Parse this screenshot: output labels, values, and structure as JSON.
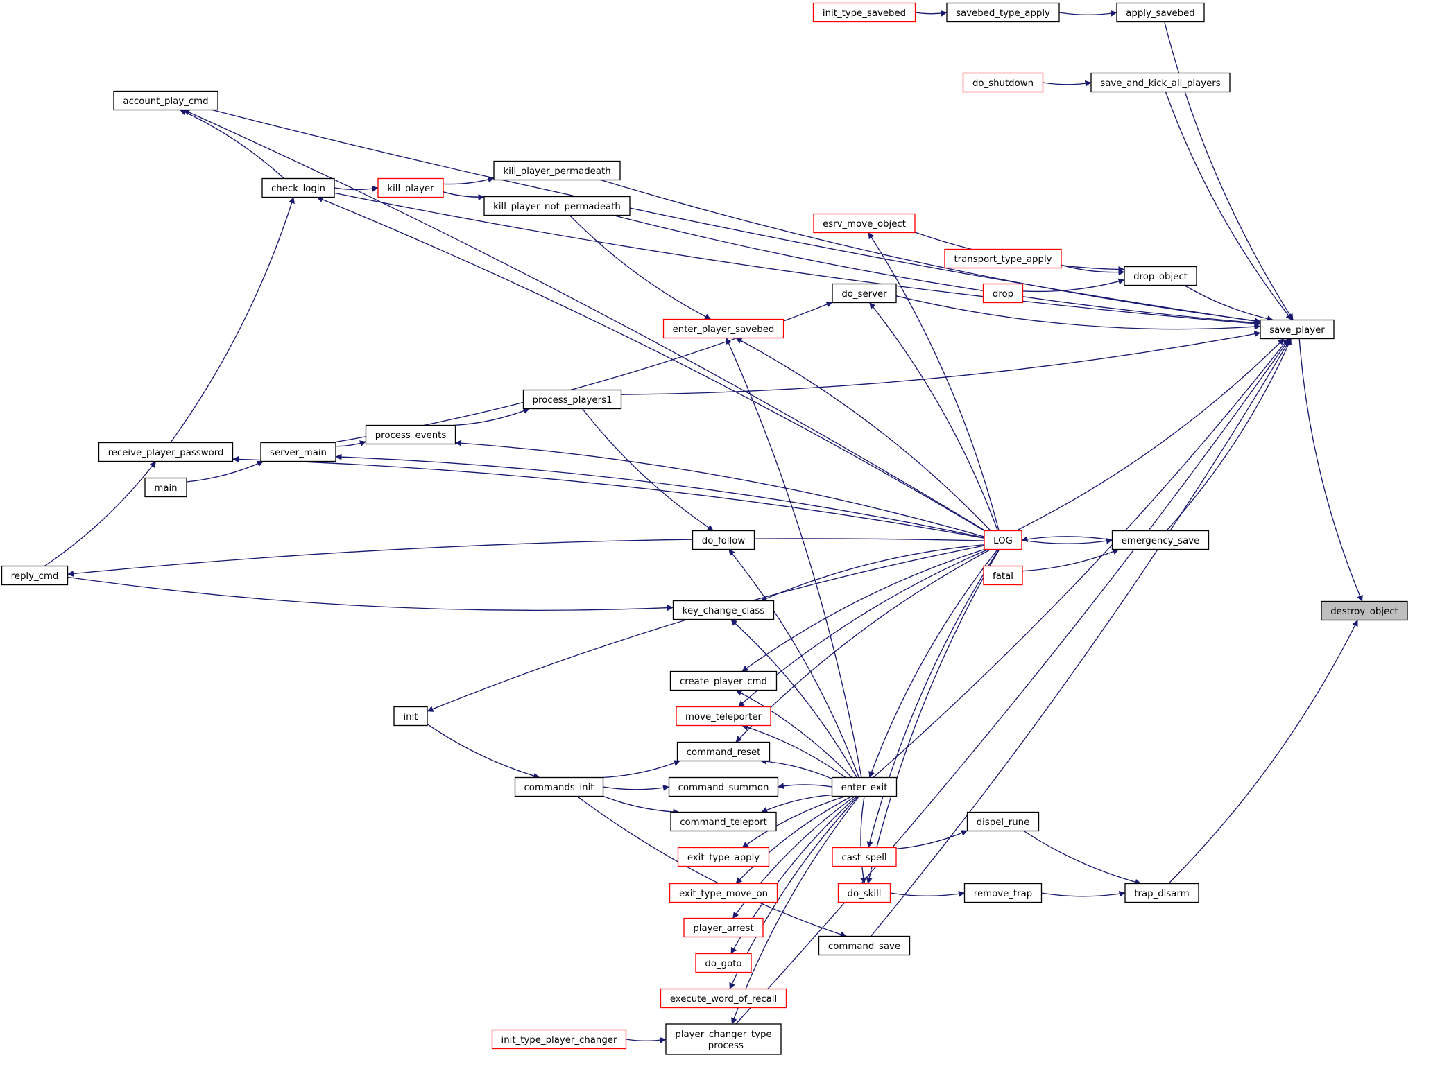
{
  "colors": {
    "edge": "#191970",
    "node_border": "#000000",
    "node_border_incomplete": "#ff0000",
    "focus_fill": "#bfbfbf"
  },
  "nodes": [
    {
      "id": "destroy_object",
      "label": [
        "destroy_object"
      ],
      "style": "focus"
    },
    {
      "id": "save_player",
      "label": [
        "save_player"
      ],
      "style": "black"
    },
    {
      "id": "trap_disarm",
      "label": [
        "trap_disarm"
      ],
      "style": "black"
    },
    {
      "id": "apply_savebed",
      "label": [
        "apply_savebed"
      ],
      "style": "black"
    },
    {
      "id": "savebed_type_apply",
      "label": [
        "savebed_type_apply"
      ],
      "style": "black"
    },
    {
      "id": "init_type_savebed",
      "label": [
        "init_type_savebed"
      ],
      "style": "red"
    },
    {
      "id": "save_and_kick_all_players",
      "label": [
        "save_and_kick_all_players"
      ],
      "style": "black"
    },
    {
      "id": "do_shutdown",
      "label": [
        "do_shutdown"
      ],
      "style": "red"
    },
    {
      "id": "account_play_cmd",
      "label": [
        "account_play_cmd"
      ],
      "style": "black"
    },
    {
      "id": "check_login",
      "label": [
        "check_login"
      ],
      "style": "black"
    },
    {
      "id": "kill_player",
      "label": [
        "kill_player"
      ],
      "style": "red"
    },
    {
      "id": "kill_player_permadeath",
      "label": [
        "kill_player_permadeath"
      ],
      "style": "black"
    },
    {
      "id": "kill_player_not_permadeath",
      "label": [
        "kill_player_not_permadeath"
      ],
      "style": "black"
    },
    {
      "id": "esrv_move_object",
      "label": [
        "esrv_move_object"
      ],
      "style": "red"
    },
    {
      "id": "transport_type_apply",
      "label": [
        "transport_type_apply"
      ],
      "style": "red"
    },
    {
      "id": "drop_object",
      "label": [
        "drop_object"
      ],
      "style": "black"
    },
    {
      "id": "drop",
      "label": [
        "drop"
      ],
      "style": "red"
    },
    {
      "id": "do_server",
      "label": [
        "do_server"
      ],
      "style": "black"
    },
    {
      "id": "enter_player_savebed",
      "label": [
        "enter_player_savebed"
      ],
      "style": "red"
    },
    {
      "id": "process_players1",
      "label": [
        "process_players1"
      ],
      "style": "black"
    },
    {
      "id": "process_events",
      "label": [
        "process_events"
      ],
      "style": "black"
    },
    {
      "id": "receive_player_password",
      "label": [
        "receive_player_password"
      ],
      "style": "black"
    },
    {
      "id": "server_main",
      "label": [
        "server_main"
      ],
      "style": "black"
    },
    {
      "id": "main",
      "label": [
        "main"
      ],
      "style": "black"
    },
    {
      "id": "do_follow",
      "label": [
        "do_follow"
      ],
      "style": "black"
    },
    {
      "id": "LOG",
      "label": [
        "LOG"
      ],
      "style": "red"
    },
    {
      "id": "emergency_save",
      "label": [
        "emergency_save"
      ],
      "style": "black"
    },
    {
      "id": "fatal",
      "label": [
        "fatal"
      ],
      "style": "red"
    },
    {
      "id": "reply_cmd",
      "label": [
        "reply_cmd"
      ],
      "style": "black"
    },
    {
      "id": "key_change_class",
      "label": [
        "key_change_class"
      ],
      "style": "black"
    },
    {
      "id": "create_player_cmd",
      "label": [
        "create_player_cmd"
      ],
      "style": "black"
    },
    {
      "id": "init",
      "label": [
        "init"
      ],
      "style": "black"
    },
    {
      "id": "move_teleporter",
      "label": [
        "move_teleporter"
      ],
      "style": "red"
    },
    {
      "id": "command_reset",
      "label": [
        "command_reset"
      ],
      "style": "black"
    },
    {
      "id": "commands_init",
      "label": [
        "commands_init"
      ],
      "style": "black"
    },
    {
      "id": "command_summon",
      "label": [
        "command_summon"
      ],
      "style": "black"
    },
    {
      "id": "enter_exit",
      "label": [
        "enter_exit"
      ],
      "style": "black"
    },
    {
      "id": "command_teleport",
      "label": [
        "command_teleport"
      ],
      "style": "black"
    },
    {
      "id": "dispel_rune",
      "label": [
        "dispel_rune"
      ],
      "style": "black"
    },
    {
      "id": "exit_type_apply",
      "label": [
        "exit_type_apply"
      ],
      "style": "red"
    },
    {
      "id": "cast_spell",
      "label": [
        "cast_spell"
      ],
      "style": "red"
    },
    {
      "id": "exit_type_move_on",
      "label": [
        "exit_type_move_on"
      ],
      "style": "red"
    },
    {
      "id": "do_skill",
      "label": [
        "do_skill"
      ],
      "style": "red"
    },
    {
      "id": "remove_trap",
      "label": [
        "remove_trap"
      ],
      "style": "black"
    },
    {
      "id": "player_arrest",
      "label": [
        "player_arrest"
      ],
      "style": "red"
    },
    {
      "id": "command_save",
      "label": [
        "command_save"
      ],
      "style": "black"
    },
    {
      "id": "do_goto",
      "label": [
        "do_goto"
      ],
      "style": "red"
    },
    {
      "id": "execute_word_of_recall",
      "label": [
        "execute_word_of_recall"
      ],
      "style": "red"
    },
    {
      "id": "init_type_player_changer",
      "label": [
        "init_type_player_changer"
      ],
      "style": "red"
    },
    {
      "id": "player_changer_type_process",
      "label": [
        "player_changer_type",
        "_process"
      ],
      "style": "black"
    }
  ],
  "edges": [
    {
      "from": "save_player",
      "to": "destroy_object"
    },
    {
      "from": "trap_disarm",
      "to": "destroy_object"
    },
    {
      "from": "apply_savebed",
      "to": "save_player"
    },
    {
      "from": "savebed_type_apply",
      "to": "apply_savebed"
    },
    {
      "from": "init_type_savebed",
      "to": "savebed_type_apply"
    },
    {
      "from": "account_play_cmd",
      "to": "save_player"
    },
    {
      "from": "save_and_kick_all_players",
      "to": "save_player"
    },
    {
      "from": "do_shutdown",
      "to": "save_and_kick_all_players"
    },
    {
      "from": "check_login",
      "to": "save_player"
    },
    {
      "from": "check_login",
      "to": "account_play_cmd"
    },
    {
      "from": "kill_player_permadeath",
      "to": "save_player"
    },
    {
      "from": "kill_player",
      "to": "kill_player_permadeath"
    },
    {
      "from": "kill_player_not_permadeath",
      "to": "save_player"
    },
    {
      "from": "kill_player",
      "to": "kill_player_not_permadeath"
    },
    {
      "from": "check_login",
      "to": "kill_player"
    },
    {
      "from": "drop_object",
      "to": "save_player"
    },
    {
      "from": "esrv_move_object",
      "to": "drop_object"
    },
    {
      "from": "transport_type_apply",
      "to": "drop_object"
    },
    {
      "from": "drop",
      "to": "drop_object"
    },
    {
      "from": "do_server",
      "to": "save_player"
    },
    {
      "from": "process_players1",
      "to": "save_player"
    },
    {
      "from": "emergency_save",
      "to": "save_player"
    },
    {
      "from": "enter_exit",
      "to": "save_player"
    },
    {
      "from": "command_save",
      "to": "save_player"
    },
    {
      "from": "player_changer_type_process",
      "to": "save_player"
    },
    {
      "from": "LOG",
      "to": "save_player"
    },
    {
      "from": "kill_player_not_permadeath",
      "to": "enter_player_savebed"
    },
    {
      "from": "process_events",
      "to": "process_players1"
    },
    {
      "from": "server_main",
      "to": "process_events"
    },
    {
      "from": "server_main",
      "to": "do_server"
    },
    {
      "from": "main",
      "to": "server_main"
    },
    {
      "from": "receive_player_password",
      "to": "check_login"
    },
    {
      "from": "reply_cmd",
      "to": "receive_player_password"
    },
    {
      "from": "process_players1",
      "to": "do_follow"
    },
    {
      "from": "emergency_save",
      "to": "LOG"
    },
    {
      "from": "LOG",
      "to": "emergency_save"
    },
    {
      "from": "fatal",
      "to": "emergency_save"
    },
    {
      "from": "LOG",
      "to": "account_play_cmd"
    },
    {
      "from": "LOG",
      "to": "check_login"
    },
    {
      "from": "LOG",
      "to": "esrv_move_object"
    },
    {
      "from": "LOG",
      "to": "do_server"
    },
    {
      "from": "LOG",
      "to": "enter_player_savebed"
    },
    {
      "from": "LOG",
      "to": "process_events"
    },
    {
      "from": "LOG",
      "to": "server_main"
    },
    {
      "from": "LOG",
      "to": "receive_player_password"
    },
    {
      "from": "LOG",
      "to": "reply_cmd"
    },
    {
      "from": "LOG",
      "to": "key_change_class"
    },
    {
      "from": "LOG",
      "to": "init"
    },
    {
      "from": "LOG",
      "to": "create_player_cmd"
    },
    {
      "from": "LOG",
      "to": "move_teleporter"
    },
    {
      "from": "LOG",
      "to": "command_reset"
    },
    {
      "from": "LOG",
      "to": "enter_exit"
    },
    {
      "from": "LOG",
      "to": "cast_spell"
    },
    {
      "from": "LOG",
      "to": "do_skill"
    },
    {
      "from": "reply_cmd",
      "to": "key_change_class"
    },
    {
      "from": "init",
      "to": "commands_init"
    },
    {
      "from": "commands_init",
      "to": "command_reset"
    },
    {
      "from": "commands_init",
      "to": "command_summon"
    },
    {
      "from": "commands_init",
      "to": "command_teleport"
    },
    {
      "from": "commands_init",
      "to": "command_save"
    },
    {
      "from": "enter_exit",
      "to": "enter_player_savebed"
    },
    {
      "from": "enter_exit",
      "to": "do_follow"
    },
    {
      "from": "enter_exit",
      "to": "key_change_class"
    },
    {
      "from": "enter_exit",
      "to": "create_player_cmd"
    },
    {
      "from": "enter_exit",
      "to": "move_teleporter"
    },
    {
      "from": "enter_exit",
      "to": "command_reset"
    },
    {
      "from": "enter_exit",
      "to": "command_summon"
    },
    {
      "from": "enter_exit",
      "to": "command_teleport"
    },
    {
      "from": "enter_exit",
      "to": "exit_type_apply"
    },
    {
      "from": "enter_exit",
      "to": "exit_type_move_on"
    },
    {
      "from": "enter_exit",
      "to": "player_arrest"
    },
    {
      "from": "enter_exit",
      "to": "do_goto"
    },
    {
      "from": "enter_exit",
      "to": "execute_word_of_recall"
    },
    {
      "from": "enter_exit",
      "to": "player_changer_type_process"
    },
    {
      "from": "enter_exit",
      "to": "do_skill"
    },
    {
      "from": "dispel_rune",
      "to": "trap_disarm"
    },
    {
      "from": "remove_trap",
      "to": "trap_disarm"
    },
    {
      "from": "cast_spell",
      "to": "dispel_rune"
    },
    {
      "from": "do_skill",
      "to": "remove_trap"
    },
    {
      "from": "init_type_player_changer",
      "to": "player_changer_type_process"
    }
  ]
}
